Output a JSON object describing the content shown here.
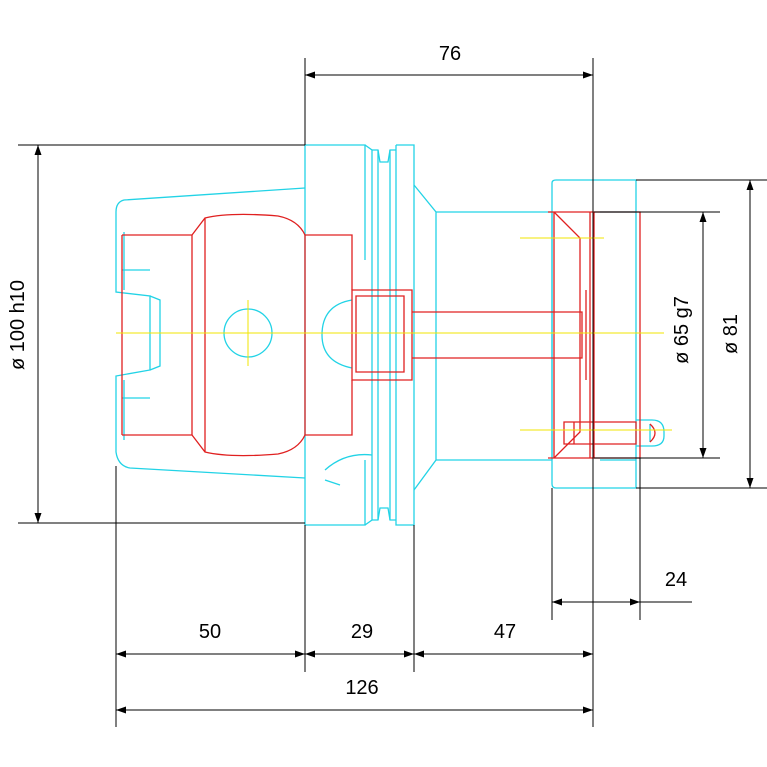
{
  "colors": {
    "dimension": "#000000",
    "outline": "#22d3e6",
    "section": "#e02020",
    "centerline": "#f2e600",
    "background": "#ffffff"
  },
  "dimensions": {
    "top_length": "76",
    "dia_shank": "ø 100 h10",
    "dia_pilot": "ø 65 g7",
    "dia_flange": "ø 81",
    "flange_width": "24",
    "seg_1": "50",
    "seg_2": "29",
    "seg_3": "47",
    "overall_length": "126"
  }
}
